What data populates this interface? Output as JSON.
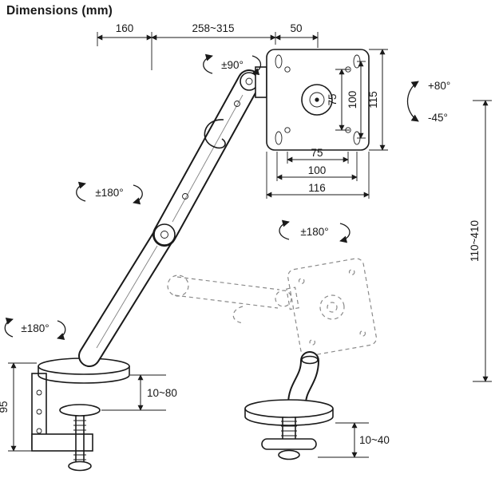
{
  "title": "Dimensions (mm)",
  "colors": {
    "line": "#1a1a1a",
    "ghost": "#8a8a8a",
    "background": "#ffffff"
  },
  "dimensions": {
    "top": {
      "rear_offset": "160",
      "arm_reach": "258~315",
      "head_offset": "50"
    },
    "vesa": {
      "hole_v_inner": "75",
      "hole_v_outer": "100",
      "plate_height": "115",
      "hole_h_inner": "75",
      "hole_h_outer": "100",
      "plate_width": "116"
    },
    "height_range": "110~410",
    "desk_clamp": {
      "thickness_range": "10~80",
      "clamp_height": "95"
    },
    "grommet": {
      "thickness_range": "10~40"
    }
  },
  "angles": {
    "head_swivel": "±90°",
    "tilt_up": "+80°",
    "tilt_down": "-45°",
    "elbow_swivel": "±180°",
    "vesa_rotation": "±180°",
    "base_swivel": "±180°"
  }
}
